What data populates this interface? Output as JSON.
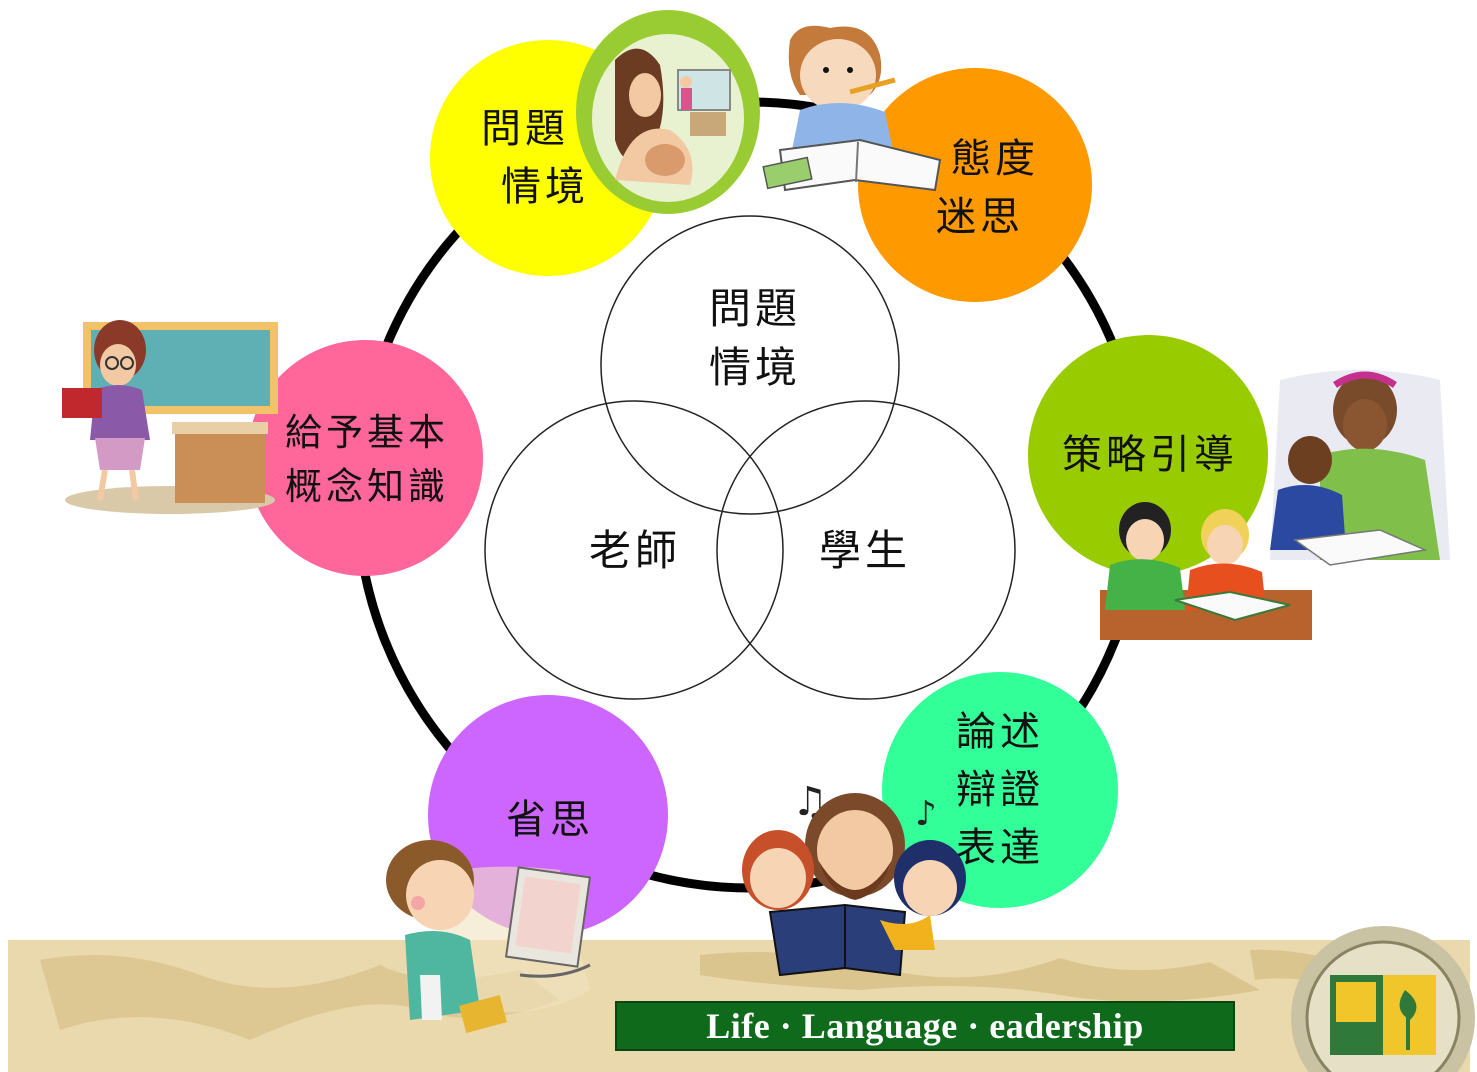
{
  "colors": {
    "ring": "#000000",
    "yellow": "#ffff00",
    "orange": "#ff9900",
    "green": "#99cc00",
    "teal": "#33ff99",
    "purple": "#cc66ff",
    "pink": "#ff6699",
    "footer_bar": "#0f6a1c",
    "footer_band": "#e8d6a8"
  },
  "venn": {
    "top": [
      "問題",
      "情境"
    ],
    "left": "老師",
    "right": "學生"
  },
  "nodes": {
    "problem_context": [
      "問題",
      "情境"
    ],
    "attitude_myth": [
      "態度",
      "迷思"
    ],
    "strategy": [
      "策略引導"
    ],
    "argument": [
      "論述",
      "辯證",
      "表達"
    ],
    "reflection": [
      "省思"
    ],
    "basic_knowledge": [
      "給予基本",
      "概念知識"
    ]
  },
  "footer": {
    "tagline": "Life · Language · eadership"
  },
  "illustrations": [
    "mother-child-illustration",
    "thinking-boy-illustration",
    "teacher-blackboard-illustration",
    "tutoring-illustration",
    "family-reading-illustration",
    "computer-boy-illustration",
    "university-seal-logo"
  ]
}
